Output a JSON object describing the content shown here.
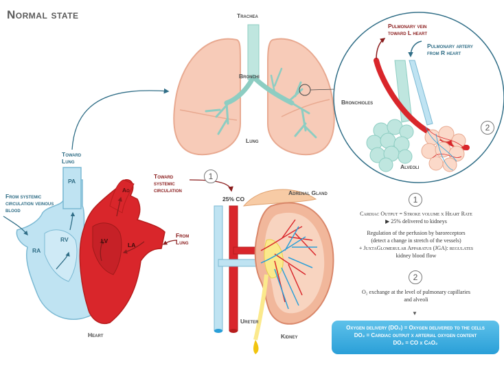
{
  "title": "Normal state",
  "labels": {
    "trachea": "Trachea",
    "bronchi": "Bronchi",
    "lung": "Lung",
    "pulmonary_vein": "Pulmonary vein toward L heart",
    "pulmonary_artery": "Pulmonary artery from R heart",
    "bronchioles": "Bronchioles",
    "alveoli": "Alveoli",
    "toward_lung": "Toward Lung",
    "from_systemic": "From systemic circulation veinous blood",
    "pa": "PA",
    "ao": "Ao",
    "ra": "RA",
    "rv": "RV",
    "lv": "LV",
    "la": "LA",
    "from_lung": "From Lung",
    "heart": "Heart",
    "toward_systemic": "Toward systemic circulation",
    "co_25": "25% CO",
    "adrenal_gland": "Adrenal Gland",
    "ureter": "Ureter",
    "kidney": "Kidney"
  },
  "badges": [
    "1",
    "2"
  ],
  "info": {
    "step1_line1": "Cardiac Output = Stroke volume x Heart Rate",
    "step1_line2": "▶ 25% delivered to kidneys",
    "step1_line3": "Regulation of the perfusion by baroreceptors",
    "step1_line4": "(detect a change in stretch of the vessels)",
    "step1_line5": "+ JuxtaGlomerular Apparatus (JGA): regulates",
    "step1_line6": "kidney blood flow",
    "step2_line1": "O₂ exchange at the level of pulmonary capillaries",
    "step2_line2": "and alveoli",
    "arrow_down": "▼"
  },
  "delivery": {
    "line1": "Oxygen delivery (DO₂) = Oxygen delivered to the cells",
    "line2": "DO₂ = Cardiac output x arterial oxygen content",
    "line3": "DO₂ = CO x CaO₂"
  },
  "colors": {
    "artery_red": "#d9262b",
    "vein_blue": "#bfe3f2",
    "lung_pink": "#f7cbb8",
    "teal": "#2f6d86",
    "delivery_blue": "#2a9fd8"
  }
}
